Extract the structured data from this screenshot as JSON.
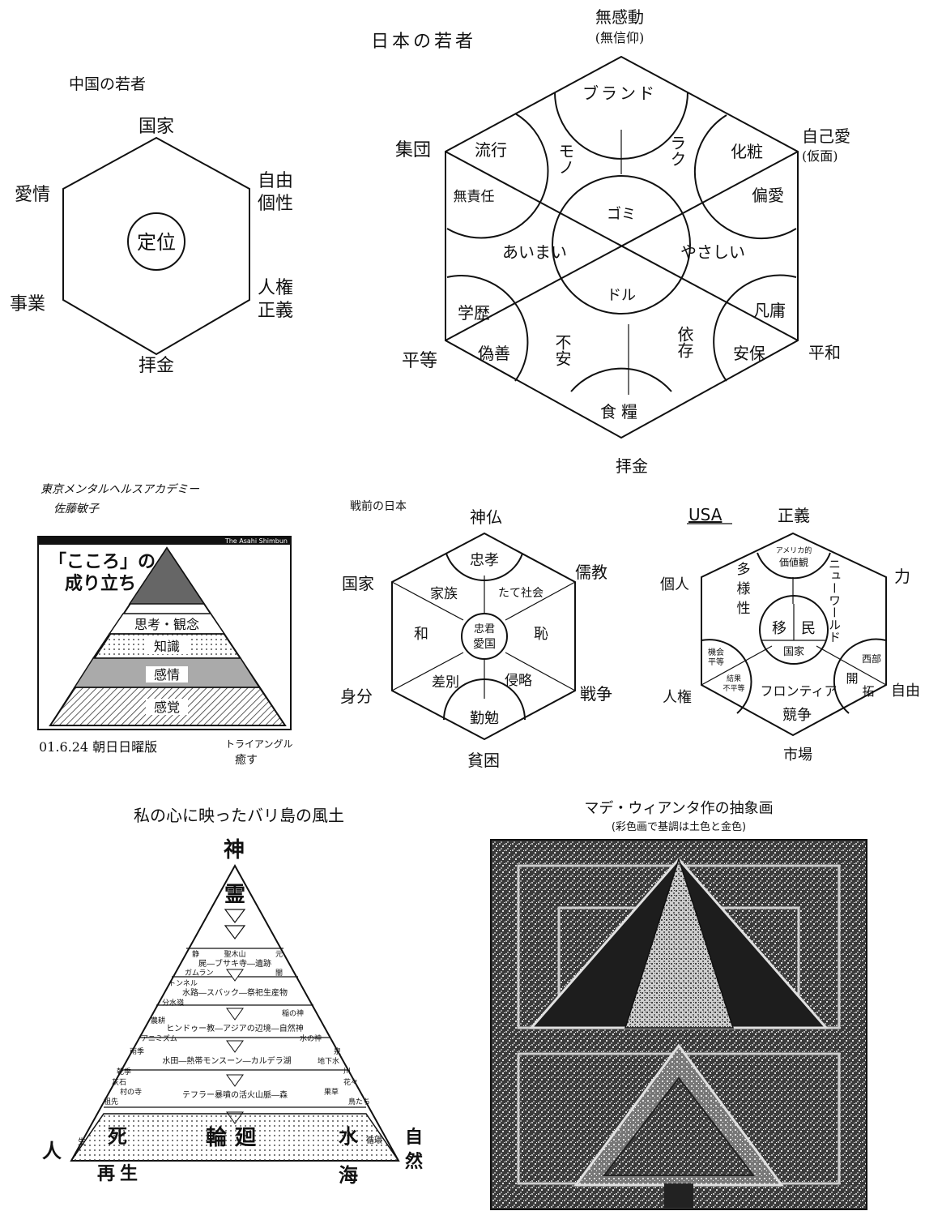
{
  "china": {
    "title": "中国の若者",
    "top": "国家",
    "top_right_1": "自由",
    "top_right_2": "個性",
    "top_left": "愛情",
    "bottom_right_1": "人権",
    "bottom_right_2": "正義",
    "bottom_left": "事業",
    "bottom": "拝金",
    "center": "定位"
  },
  "japan": {
    "title": "日本の若者",
    "top": "無感動",
    "top_sub": "(無信仰)",
    "top_right": "自己愛",
    "top_right_sub": "(仮面)",
    "left_top": "集団",
    "right_bottom": "平和",
    "left_bottom": "平等",
    "bottom": "拝金",
    "cells": {
      "brand": "ブランド",
      "mono": "モノ",
      "raku": "ラク",
      "ryuko": "流行",
      "musekinin": "無責任",
      "kesho": "化粧",
      "henai": "偏愛",
      "gomi": "ゴミ",
      "aimai": "あいまい",
      "yasashii": "やさしい",
      "doru": "ドル",
      "gakureki": "学歴",
      "gizen": "偽善",
      "fuan": "不安",
      "izon": "依存",
      "bonyo": "凡庸",
      "anpo": "安保",
      "shokuryo": "食糧"
    }
  },
  "note": {
    "line1": "東京メンタルヘルスアカデミー",
    "line2": "佐藤敏子"
  },
  "asahi": {
    "brand": "The Asahi Shimbun",
    "title_1": "「こころ」の",
    "title_2": "成り立ち",
    "levels": [
      "思考・観念",
      "知識",
      "感情",
      "感覚"
    ],
    "caption_date": "01.6.24 朝日日曜版",
    "caption_note_1": "トライアングル",
    "caption_note_2": "癒す"
  },
  "prewar": {
    "title": "戦前の日本",
    "top": "神仏",
    "top_right": "儒教",
    "top_left": "国家",
    "bottom_right": "戦争",
    "bottom_left": "身分",
    "bottom": "貧困",
    "cells": {
      "chuko": "忠孝",
      "kazoku": "家族",
      "tateshakai": "たて社会",
      "wa": "和",
      "haji": "恥",
      "sabetsu": "差別",
      "shinryaku": "侵略",
      "kinben": "勤勉",
      "center_1": "忠君",
      "center_2": "愛国"
    }
  },
  "usa": {
    "title": "USA",
    "top": "正義",
    "top_right": "力",
    "top_left": "個人",
    "bottom_right": "自由",
    "bottom_left": "人権",
    "bottom": "市場",
    "cells": {
      "american_1": "アメリカ的",
      "american_2": "価値観",
      "tayo_1": "多",
      "tayo_2": "様",
      "tayo_3": "性",
      "newworld": "ニューワールド",
      "imin_1": "移",
      "imin_2": "民",
      "kokka": "国家",
      "bodo_1": "機会",
      "bodo_2": "平等",
      "bodo_3": "結果",
      "bodo_4": "不平等",
      "seibu": "西部",
      "kaitaku_1": "開",
      "kaitaku_2": "拓",
      "frontier": "フロンティア",
      "kyoso": "競争"
    }
  },
  "bali": {
    "title": "私の心に映ったバリ島の風土",
    "top": "神",
    "rei": "霊",
    "rows": [
      {
        "left": "静",
        "center": "屍―ブサキ寺―遺跡",
        "right": "元",
        "left2": "ガムラン",
        "right2": "闇",
        "mid": "聖木山"
      },
      {
        "left": "トンネル",
        "center": "水路―スバック―祭祀生産物",
        "left2": "分水嶺",
        "right": "稲の神"
      },
      {
        "left": "農耕",
        "center": "ヒンドゥー教―アジアの辺境―自然神",
        "left2": "アニミズム",
        "right": "水の神"
      },
      {
        "left": "雨季",
        "center": "水田―熱帯モンスーン―カルデラ湖",
        "left2": "乾季",
        "right": "泉",
        "right2": "地下水",
        "right3": "川"
      },
      {
        "left": "灰石",
        "center": "テフラー暴噴の活火山脈―森",
        "left2": "村の寺",
        "left3": "祖先",
        "right": "花々",
        "right2": "果草",
        "right3": "鳥たち"
      }
    ],
    "base_left": "死",
    "base_center": "輪廻",
    "base_right": "水",
    "base_sei": "生",
    "base_junkan": "循環",
    "corner_left": "人",
    "corner_right_1": "自",
    "corner_right_2": "然",
    "under_left": "再生",
    "under_right": "海"
  },
  "painting": {
    "title": "マデ・ウィアンタ作の抽象画",
    "subtitle": "(彩色画で基調は土色と金色)"
  }
}
